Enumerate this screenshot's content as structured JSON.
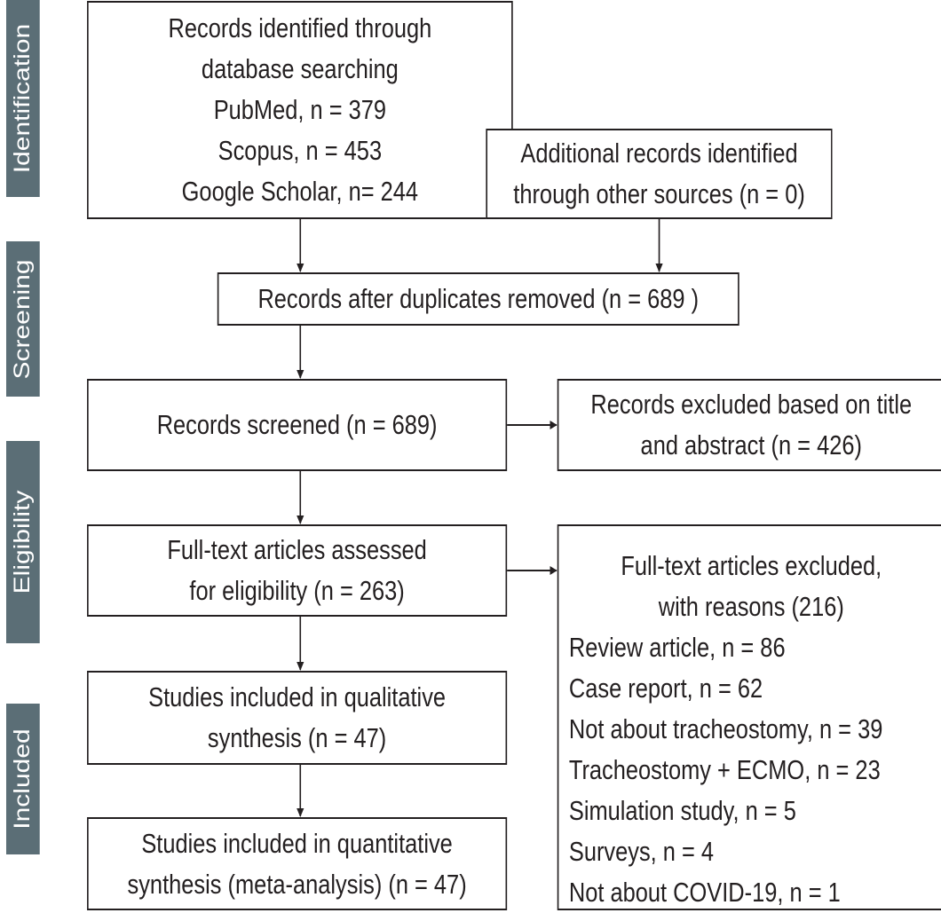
{
  "phases": [
    "Identification",
    "Screening",
    "Eligibility",
    "Included"
  ],
  "boxes": {
    "db_search": [
      "Records identified through",
      "database searching",
      "PubMed, n = 379",
      "Scopus, n = 453",
      "Google Scholar, n= 244"
    ],
    "other_sources": [
      "Additional records identified",
      "through other sources (n = 0)"
    ],
    "duplicates_removed": [
      "Records after duplicates removed (n = 689 )"
    ],
    "screened": [
      "Records screened (n = 689)"
    ],
    "excluded_title": [
      "Records excluded based on title",
      "and abstract (n = 426)"
    ],
    "fulltext_assessed": [
      "Full-text articles assessed",
      "for eligibility (n = 263)"
    ],
    "fulltext_excluded_header": [
      "Full-text articles excluded,",
      "with reasons (216)"
    ],
    "fulltext_excluded_reasons": [
      "Review article, n = 86",
      "Case report, n = 62",
      "Not about tracheostomy, n = 39",
      "Tracheostomy + ECMO, n = 23",
      "Simulation study, n = 5",
      "Surveys, n = 4",
      "Not about COVID-19, n = 1"
    ],
    "qualitative": [
      "Studies included in qualitative",
      "synthesis (n = 47)"
    ],
    "quantitative": [
      "Studies included in quantitative",
      "synthesis (meta-analysis) (n = 47)"
    ]
  }
}
